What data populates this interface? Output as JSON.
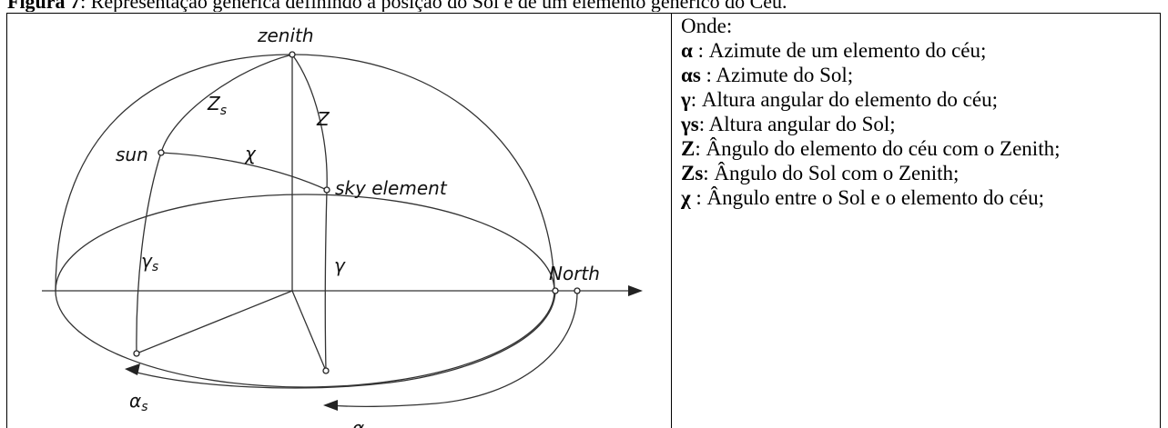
{
  "caption": {
    "label": "Figura 7",
    "text": ": Representação genérica definindo a posição do Sol e de um elemento genérico do Céu."
  },
  "diagram": {
    "labels": {
      "zenith": "zenith",
      "zs": "Z",
      "zs_sub": "s",
      "z": "Z",
      "sun": "sun",
      "chi": "χ",
      "sky_element": "sky element",
      "gamma_s": "γ",
      "gamma_s_sub": "s",
      "gamma": "γ",
      "north": "North",
      "alpha_s": "α",
      "alpha_s_sub": "s",
      "alpha": "α"
    }
  },
  "legend": {
    "heading": "Onde:",
    "items": [
      {
        "symbol": "α",
        "text": " : Azimute de um elemento do céu;"
      },
      {
        "symbol": "αs",
        "text": " : Azimute do Sol;"
      },
      {
        "symbol": "γ",
        "text": ": Altura angular do elemento do céu;"
      },
      {
        "symbol": "γs",
        "text": ": Altura angular do Sol;"
      },
      {
        "symbol": "Z",
        "text": ": Ângulo do elemento do céu com o Zenith;"
      },
      {
        "symbol": "Zs",
        "text": ": Ângulo do Sol com o Zenith;"
      },
      {
        "symbol": "χ",
        "text": " : Ângulo entre o Sol e o elemento do céu;"
      }
    ]
  }
}
